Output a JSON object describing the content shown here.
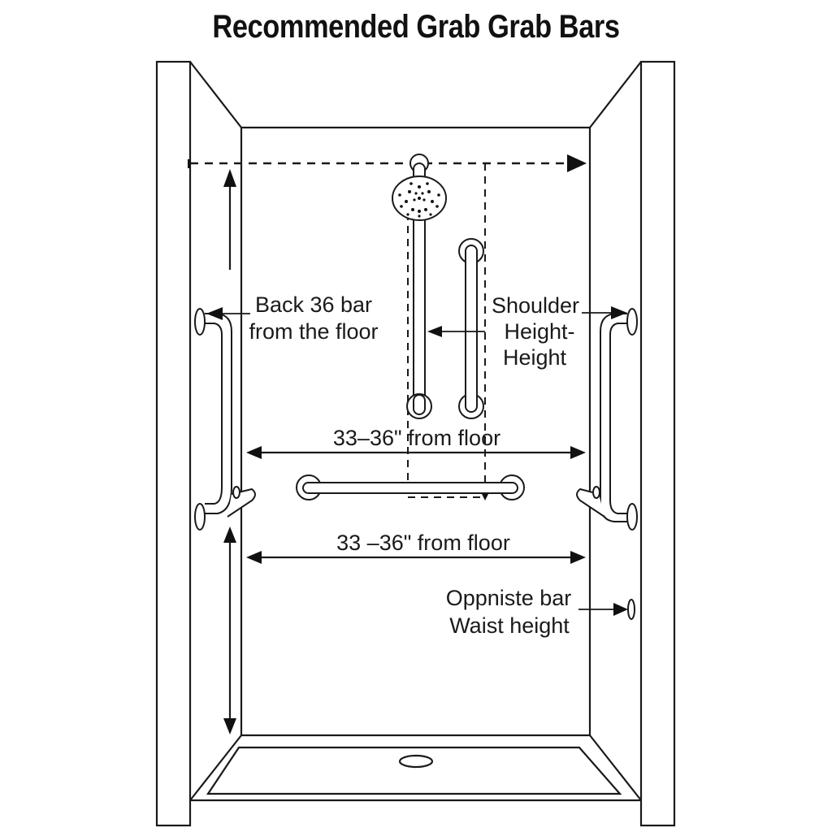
{
  "diagram": {
    "title": "Recommended Grab Grab Bars",
    "labels": {
      "back_bar_line1": "Back 36 bar",
      "back_bar_line2": "from the floor",
      "shoulder_line1": "Shoulder",
      "shoulder_line2": "Height-",
      "shoulder_line3": "Height",
      "horizontal_upper": "33–36\" from floor",
      "horizontal_lower": "33 –36\" from floor",
      "opposite_line1": "Oppniste bar",
      "opposite_line2": "Waist height"
    },
    "elements": {
      "shower_head": "shower-head-icon",
      "vertical_bars": [
        "shower-slide-bar",
        "vertical-grab-bar"
      ],
      "horizontal_bar": "horizontal-grab-bar",
      "side_bars": [
        "left-wall-grab-bar",
        "right-wall-grab-bar"
      ],
      "drain": "floor-drain"
    },
    "colors": {
      "line": "#1a1a1a",
      "background": "#ffffff"
    }
  }
}
